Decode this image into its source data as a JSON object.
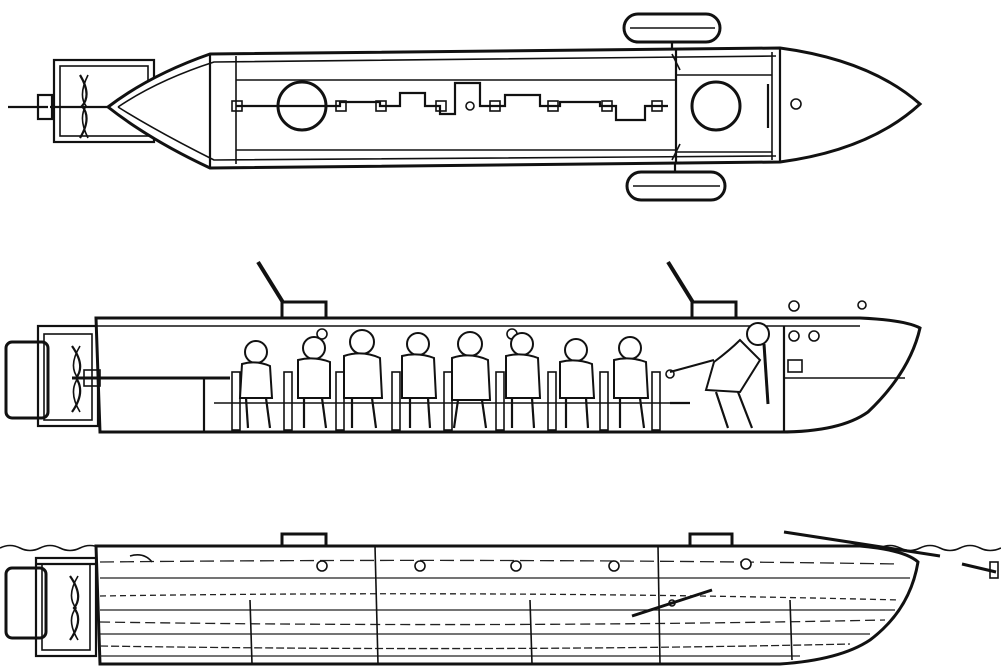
{
  "diagram": {
    "views": [
      {
        "id": "plan"
      },
      {
        "id": "section"
      },
      {
        "id": "exterior"
      }
    ],
    "crew_count": 9,
    "colors": {
      "ink": "#111111",
      "paper": "#ffffff"
    }
  }
}
